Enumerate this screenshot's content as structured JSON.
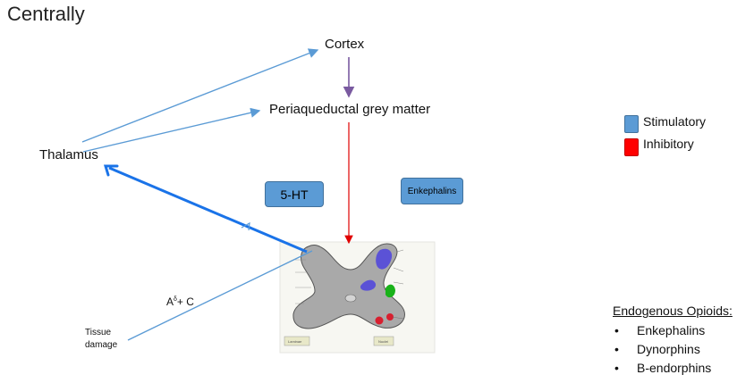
{
  "title": "Centrally",
  "nodes": {
    "cortex": "Cortex",
    "pag": "Periaqueductal grey matter",
    "thalamus": "Thalamus",
    "tissue_damage_line1": "Tissue",
    "tissue_damage_line2": "damage"
  },
  "fibers": {
    "a": "A",
    "delta": "δ",
    "rest": "+ C"
  },
  "boxes": {
    "serotonin": "5-HT",
    "enkephalins": "Enkephalins"
  },
  "legend": {
    "stimulatory": {
      "label": "Stimulatory",
      "color": "#5b9bd5"
    },
    "inhibitory": {
      "label": "Inhibitory",
      "color": "#ff0000"
    }
  },
  "opioids": {
    "heading": "Endogenous Opioids:",
    "items": [
      "Enkephalins",
      "Dynorphins",
      "B-endorphins"
    ]
  },
  "spinal_cord": {
    "left_panel": "Laminae",
    "right_panel": "Nuclei"
  },
  "colors": {
    "stimulatory_arrow": "#5b9bd5",
    "ascending_arrow": "#1a73e8",
    "inhibitory_arrow": "#e00000",
    "grey_matter": "#a9a9a9"
  }
}
